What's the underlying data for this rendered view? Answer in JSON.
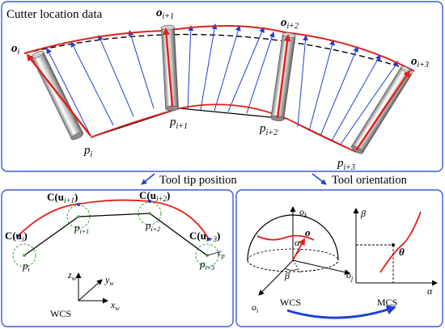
{
  "top_panel": {
    "title": "Cutter location data",
    "o_labels": [
      {
        "base": "o",
        "sub": "i"
      },
      {
        "base": "o",
        "sub": "i+1"
      },
      {
        "base": "o",
        "sub": "i+2"
      },
      {
        "base": "o",
        "sub": "i+3"
      }
    ],
    "p_labels": [
      {
        "base": "p",
        "sub": "i"
      },
      {
        "base": "p",
        "sub": "i+1"
      },
      {
        "base": "p",
        "sub": "i+2"
      },
      {
        "base": "p",
        "sub": "i+3"
      }
    ]
  },
  "arrows": {
    "left_caption": "Tool tip position",
    "right_caption": "Tool orientation"
  },
  "bottom_left": {
    "c_labels": [
      {
        "text": "C(u",
        "sub": "i",
        "tail": ")"
      },
      {
        "text": "C(u",
        "sub": "i+1",
        "tail": ")"
      },
      {
        "text": "C(u",
        "sub": "i+2",
        "tail": ")"
      },
      {
        "text": "C(u",
        "sub": "i+3",
        "tail": ")"
      }
    ],
    "p_labels": [
      {
        "base": "p",
        "sub": "i"
      },
      {
        "base": "p",
        "sub": "i+1"
      },
      {
        "base": "p",
        "sub": "i+2"
      },
      {
        "base": "p",
        "sub": "i+3"
      }
    ],
    "epsilon": {
      "base": "ε",
      "sub": "p"
    },
    "axes": {
      "z": "z",
      "y": "y",
      "x": "x",
      "sub": "w"
    },
    "frame_label": "WCS"
  },
  "bottom_right": {
    "ok_label": {
      "base": "o",
      "sub": "k"
    },
    "oi_label": {
      "base": "o",
      "sub": "i"
    },
    "oj_label": {
      "base": "o",
      "sub": "j"
    },
    "o_point": "o",
    "alpha": "α",
    "beta": "β",
    "theta_point": "θ",
    "left_frame": "WCS",
    "right_frame": "MCS",
    "alpha_axis": "α",
    "beta_axis": "β"
  },
  "colors": {
    "red": "#e0201c",
    "blue": "#1f3fd6",
    "frame": "#3b5bd6",
    "green": "#3aa63a"
  }
}
